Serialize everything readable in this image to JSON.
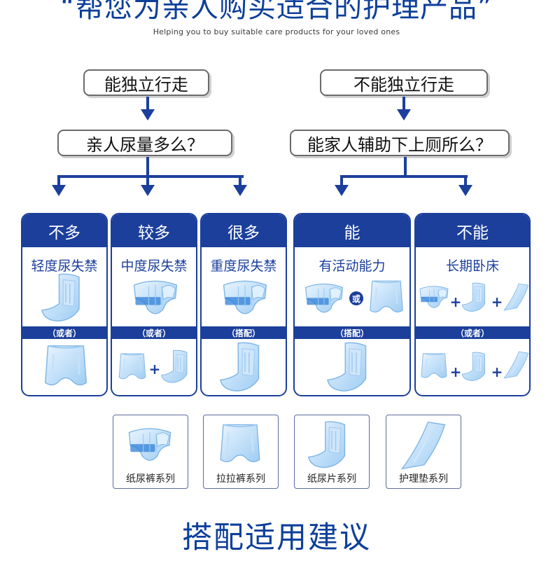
{
  "header": {
    "title": "“帮您为亲人购买适合的护理产品”",
    "subtitle": "Helping you to buy suitable care products for your loved ones"
  },
  "left_branch": {
    "start": "能独立行走",
    "question": "亲人尿量多么？"
  },
  "right_branch": {
    "start": "不能独立行走",
    "question": "能家人辅助下上厕所么？"
  },
  "columns": [
    {
      "header": "不多",
      "subtitle": "轻度尿失禁",
      "band": "（或者）",
      "top_products": [
        "pad"
      ],
      "bottom_products": [
        "pants"
      ]
    },
    {
      "header": "较多",
      "subtitle": "中度尿失禁",
      "band": "（或者）",
      "top_products": [
        "diaper"
      ],
      "bottom_products": [
        "pants",
        "plus",
        "pad"
      ]
    },
    {
      "header": "很多",
      "subtitle": "重度尿失禁",
      "band": "（搭配）",
      "top_products": [
        "diaper"
      ],
      "bottom_products": [
        "pad"
      ]
    },
    {
      "header": "能",
      "subtitle": "有活动能力",
      "band": "（搭配）",
      "top_products": [
        "diaper",
        "或",
        "pants"
      ],
      "bottom_products": [
        "pad"
      ]
    },
    {
      "header": "不能",
      "subtitle": "长期卧床",
      "band": "（或者）",
      "top_products": [
        "diaper",
        "plus",
        "pad",
        "plus",
        "underpad"
      ],
      "bottom_products": [
        "pants",
        "plus",
        "pad",
        "plus",
        "underpad"
      ]
    }
  ],
  "product_series": [
    {
      "label": "纸尿裤系列",
      "icon": "diaper-icon"
    },
    {
      "label": "拉拉裤系列",
      "icon": "pants-icon"
    },
    {
      "label": "纸尿片系列",
      "icon": "pad-icon"
    },
    {
      "label": "护理垫系列",
      "icon": "underpad-icon"
    }
  ],
  "footer": {
    "title": "搭配适用建议"
  },
  "colors": {
    "brand_blue": "#1b3f9b",
    "product_light": "#cfe6fb",
    "product_mid": "#8fc4f1"
  }
}
